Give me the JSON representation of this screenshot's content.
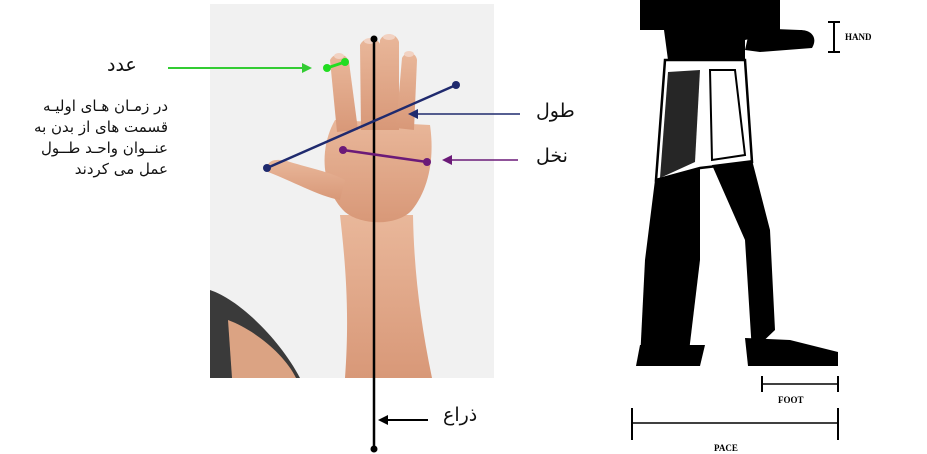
{
  "hand_diagram": {
    "labels": {
      "digit": "عدد",
      "span": "طول",
      "palm": "نخل",
      "cubit": "ذراع"
    },
    "caption_lines": [
      "در زمـان هـای اولیـه",
      "قسمت های از بدن به",
      "عنــوان واحـد طــول",
      "عمل می کردند"
    ],
    "colors": {
      "digit_marker": "#22dd22",
      "span_line": "#1f2a6e",
      "palm_line": "#6b1a78",
      "cubit_line": "#000000",
      "digit_arrow": "#33cc33",
      "span_arrow": "#1f2a6e",
      "palm_arrow": "#6b1a78",
      "cubit_arrow": "#000000"
    }
  },
  "egyptian_figure": {
    "labels": {
      "hand": "HAND",
      "foot": "FOOT",
      "pace": "PACE"
    }
  }
}
